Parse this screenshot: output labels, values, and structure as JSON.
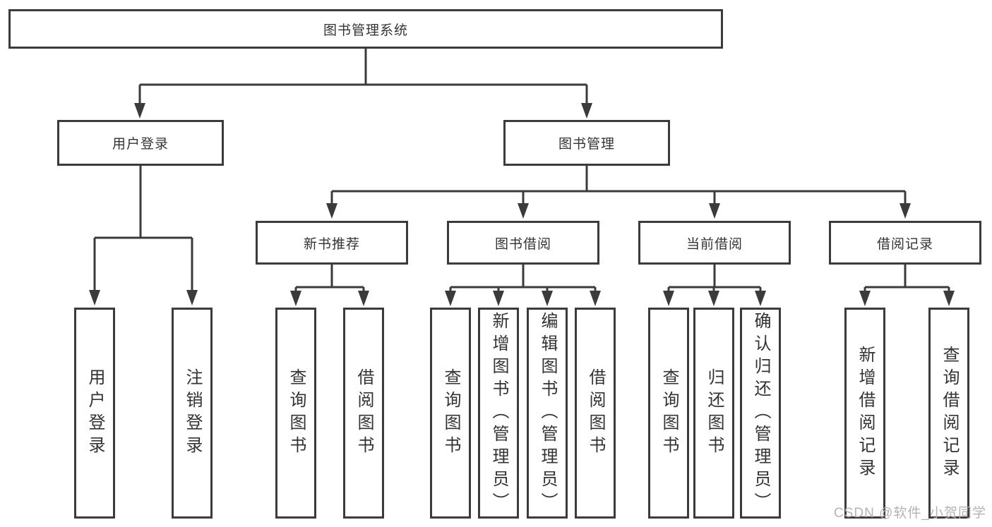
{
  "diagram": {
    "root": {
      "label": "图书管理系统"
    },
    "level2": [
      {
        "label": "用户登录"
      },
      {
        "label": "图书管理"
      }
    ],
    "level3": [
      {
        "label": "新书推荐",
        "parent": "图书管理"
      },
      {
        "label": "图书借阅",
        "parent": "图书管理"
      },
      {
        "label": "当前借阅",
        "parent": "图书管理"
      },
      {
        "label": "借阅记录",
        "parent": "图书管理"
      }
    ],
    "leaves": [
      {
        "label": "用户登录",
        "parent": "用户登录"
      },
      {
        "label": "注销登录",
        "parent": "用户登录"
      },
      {
        "label": "查询图书",
        "parent": "新书推荐"
      },
      {
        "label": "借阅图书",
        "parent": "新书推荐"
      },
      {
        "label": "查询图书",
        "parent": "图书借阅"
      },
      {
        "label": "新增图书（管理员）",
        "parent": "图书借阅"
      },
      {
        "label": "编辑图书（管理员）",
        "parent": "图书借阅"
      },
      {
        "label": "借阅图书",
        "parent": "图书借阅"
      },
      {
        "label": "查询图书",
        "parent": "当前借阅"
      },
      {
        "label": "归还图书",
        "parent": "当前借阅"
      },
      {
        "label": "确认归还（管理员）",
        "parent": "当前借阅"
      },
      {
        "label": "新增借阅记录",
        "parent": "借阅记录"
      },
      {
        "label": "查询借阅记录",
        "parent": "借阅记录"
      }
    ]
  },
  "watermark": {
    "text": "CSDN @软件_小贺同学"
  },
  "colors": {
    "line": "#3b3b3b",
    "box_border": "#3b3b3b",
    "text": "#333333",
    "watermark": "#b3b3b3",
    "background": "#ffffff"
  }
}
